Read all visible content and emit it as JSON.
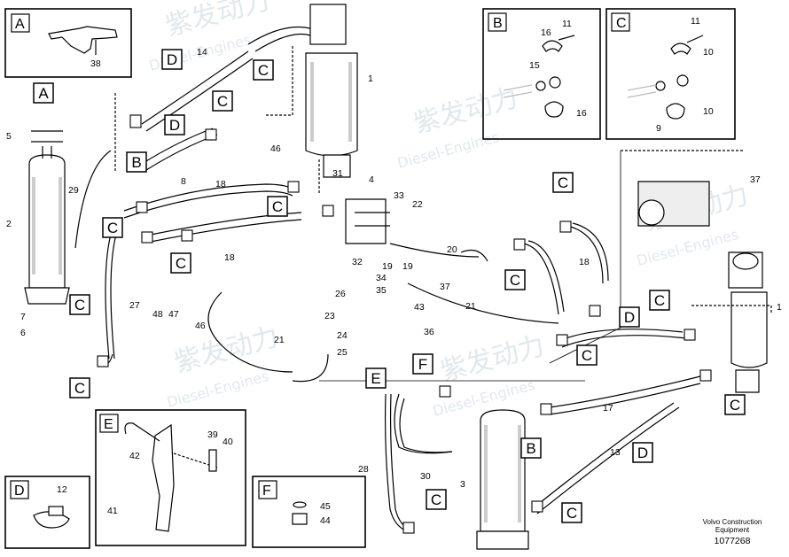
{
  "footer": {
    "company": "Volvo Construction",
    "division": "Equipment",
    "doc_number": "1077268"
  },
  "watermark": {
    "cn_text": "紫发动力",
    "en_text": "Diesel-Engines"
  },
  "callouts": {
    "A": "A",
    "B": "B",
    "C": "C",
    "D": "D",
    "E": "E",
    "F": "F"
  },
  "detail_boxes": {
    "A": {
      "label": "A",
      "parts": [
        "38"
      ]
    },
    "B": {
      "label": "B",
      "parts": [
        "11",
        "16",
        "15",
        "16"
      ]
    },
    "C": {
      "label": "C",
      "parts": [
        "11",
        "10",
        "9",
        "10"
      ]
    },
    "D": {
      "label": "D",
      "parts": [
        "12"
      ]
    },
    "E": {
      "label": "E",
      "parts": [
        "39",
        "40",
        "42",
        "41"
      ]
    },
    "F": {
      "label": "F",
      "parts": [
        "45",
        "44"
      ]
    }
  },
  "part_numbers": [
    "14",
    "1",
    "5",
    "2",
    "29",
    "8",
    "7",
    "6",
    "18",
    "27",
    "46",
    "31",
    "4",
    "33",
    "22",
    "32",
    "19",
    "19",
    "20",
    "34",
    "35",
    "37",
    "26",
    "23",
    "43",
    "24",
    "25",
    "36",
    "48",
    "47",
    "46",
    "21",
    "21",
    "18",
    "18",
    "37",
    "1",
    "17",
    "13",
    "28",
    "30",
    "3"
  ],
  "colors": {
    "line": "#000000",
    "fill": "#ffffff",
    "watermark": "#dfe6ea",
    "shade": "#cfcfcf"
  }
}
